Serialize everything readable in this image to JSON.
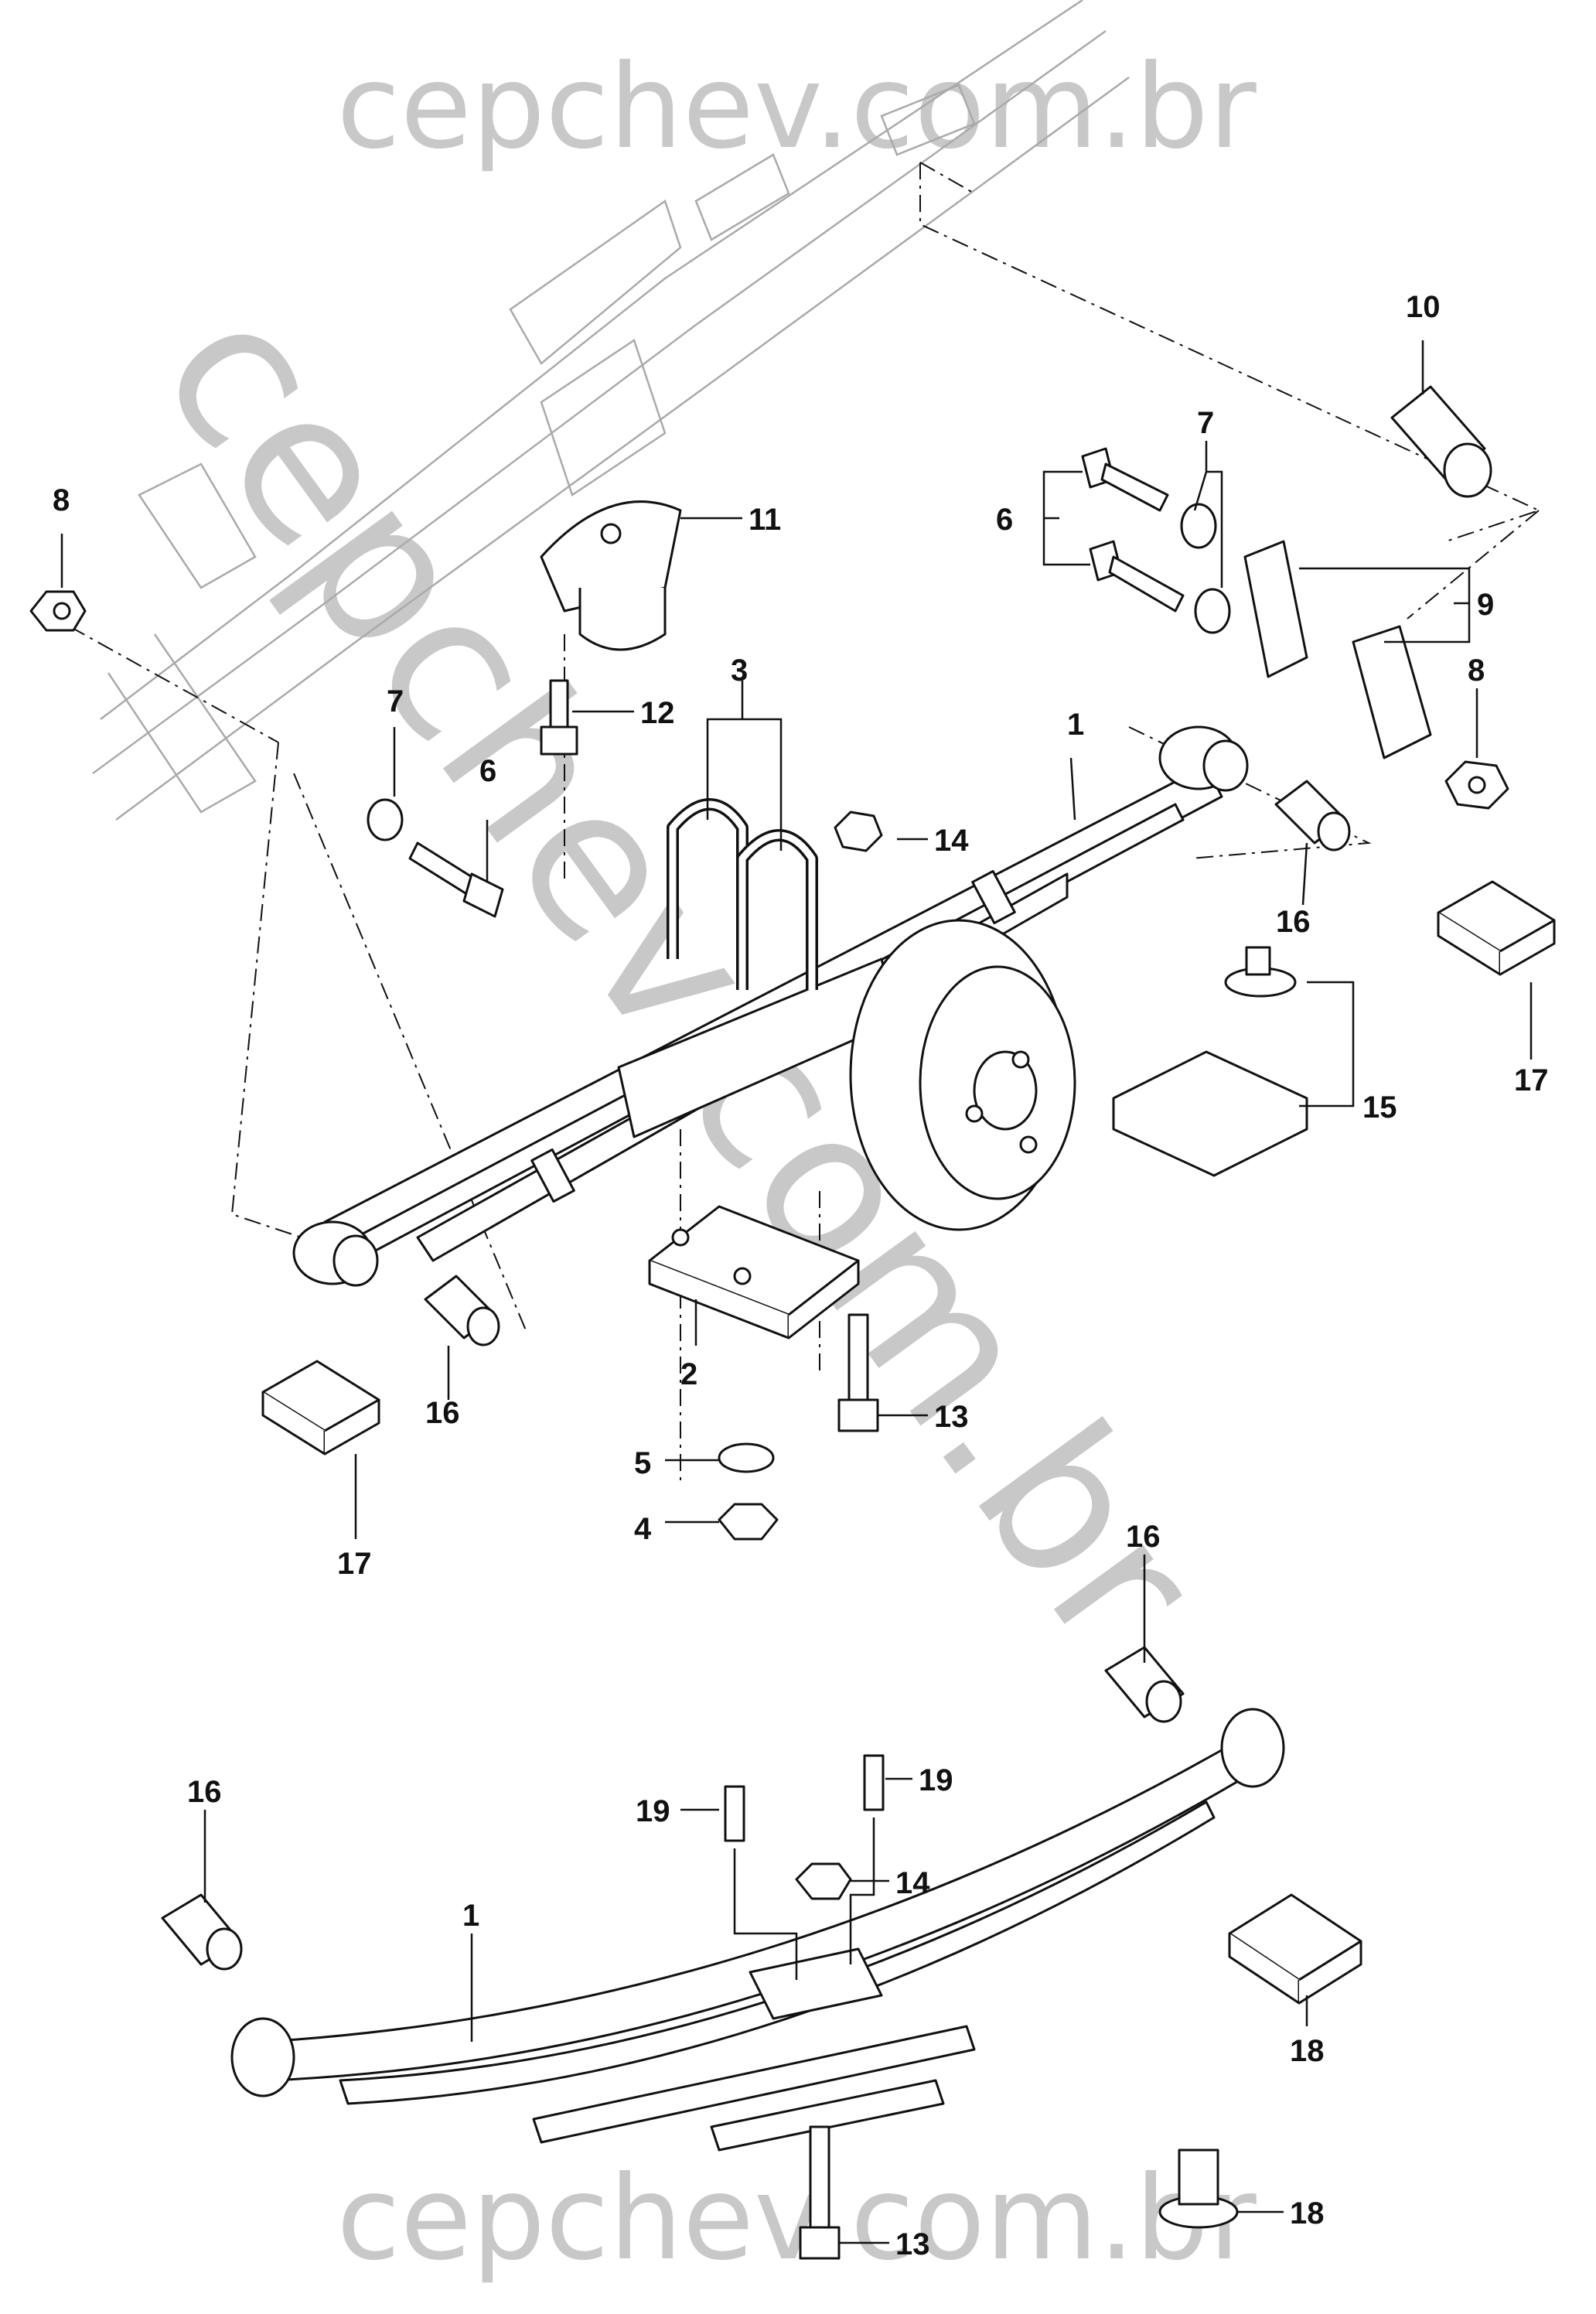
{
  "watermark": {
    "top": "cepchev.com.br",
    "diagonal": "cepchev.com.br",
    "bottom": "cepchev.com.br"
  },
  "callouts": {
    "c1_upper": "1",
    "c2": "2",
    "c3": "3",
    "c4": "4",
    "c5": "5",
    "c6_right": "6",
    "c6_left": "6",
    "c7_right": "7",
    "c7_left": "7",
    "c8_left": "8",
    "c8_right": "8",
    "c9": "9",
    "c10": "10",
    "c11": "11",
    "c12": "12",
    "c13_mid": "13",
    "c14_mid": "14",
    "c15": "15",
    "c16_upper_right": "16",
    "c16_upper_left": "16",
    "c17_right": "17",
    "c17_left": "17",
    "c16_lower_right": "16",
    "c16_lower_left": "16",
    "c1_lower": "1",
    "c19_left": "19",
    "c19_right": "19",
    "c14_lower": "14",
    "c18_right": "18",
    "c18_lower": "18",
    "c13_lower": "13"
  }
}
